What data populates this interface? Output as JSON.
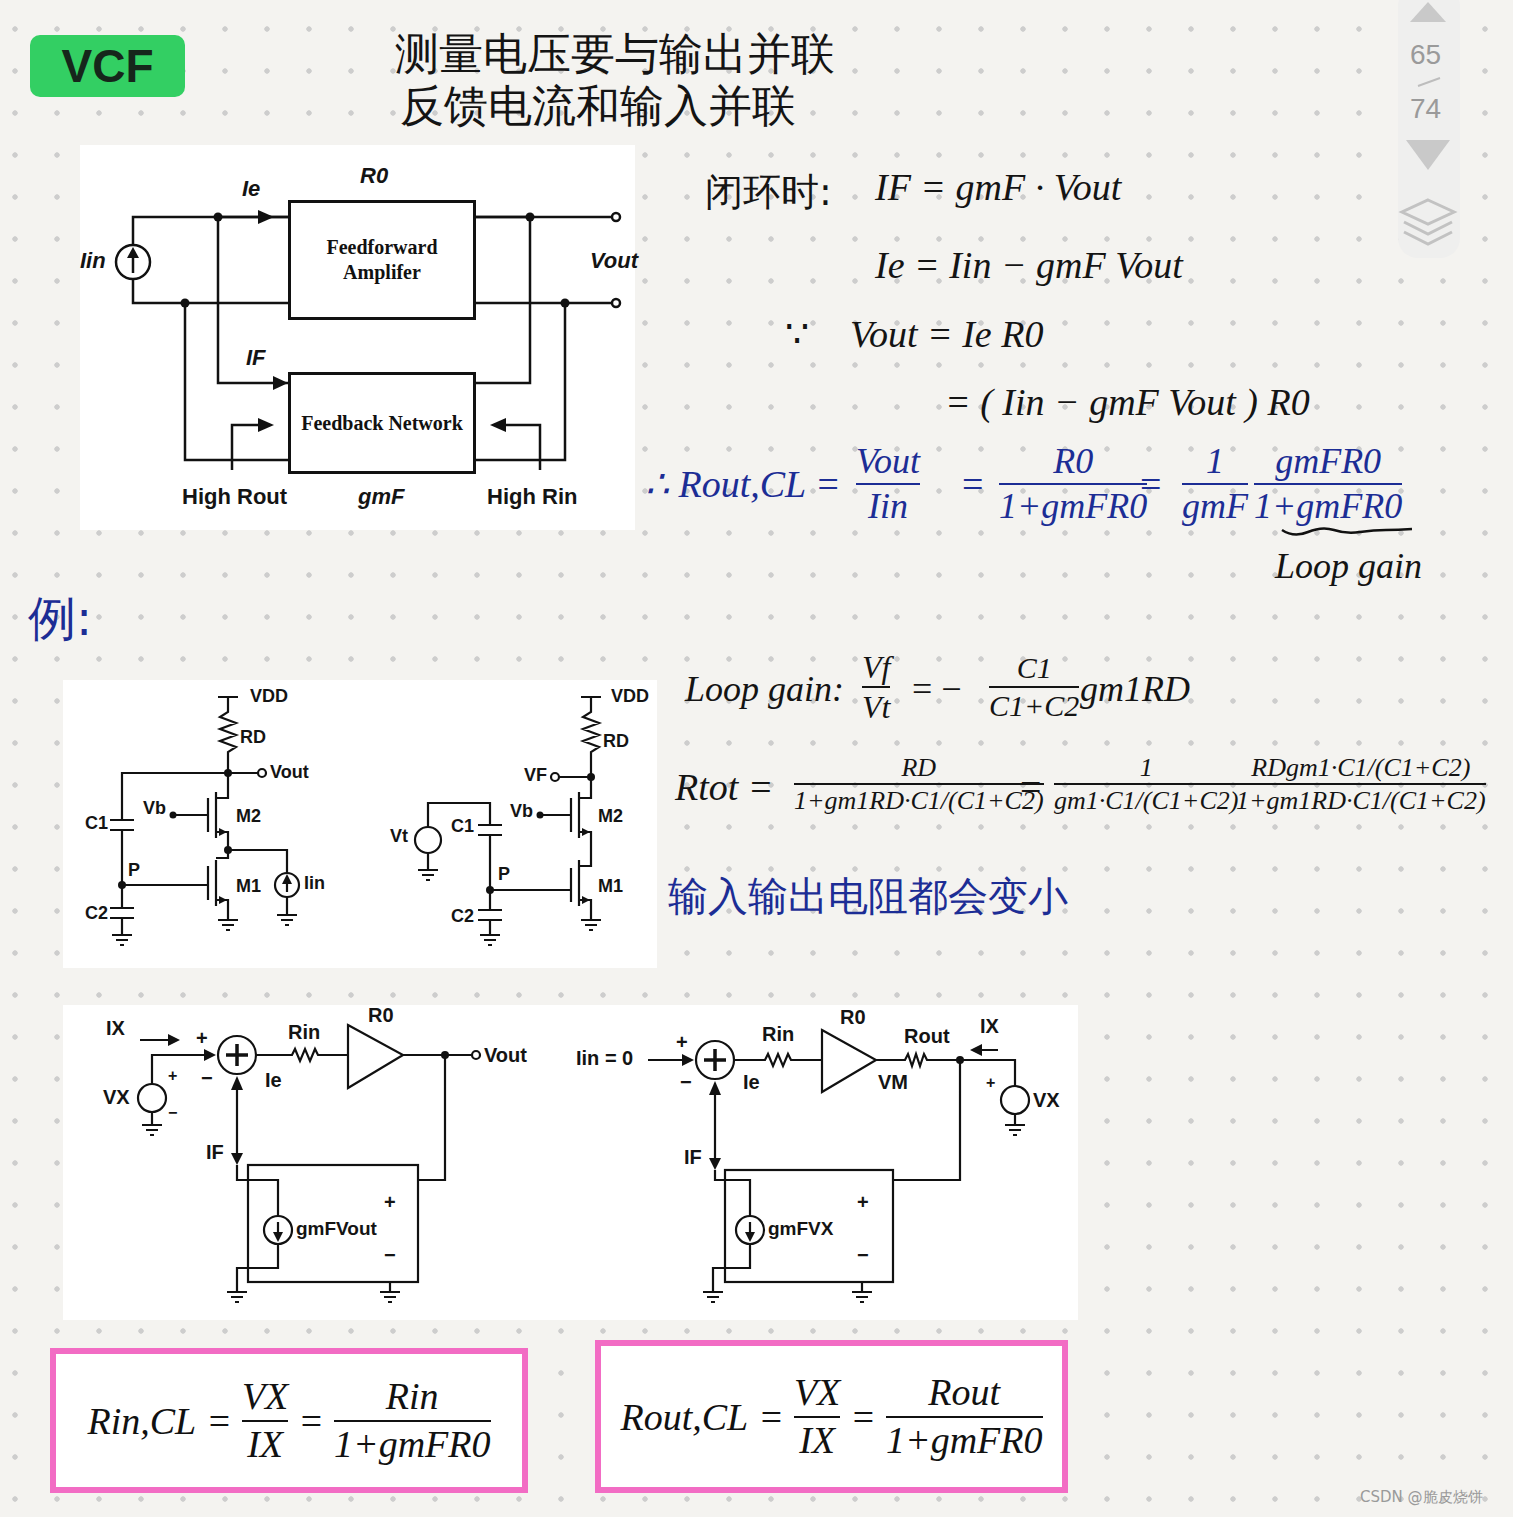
{
  "diagram": {
    "nodes": [
      {
        "text": [
          "VCF"
        ]
      },
      {
        "text": [
          "Feedforward Amplifer"
        ]
      },
      {
        "text": [
          "Feedback Network"
        ]
      },
      {
        "text": [
          "Rin,CL",
          "=",
          "VX",
          "IX",
          "=",
          "Rin",
          "1+gmFR0"
        ]
      },
      {
        "text": [
          "Rout,CL",
          "=",
          "VX",
          "IX",
          "=",
          "Rout",
          "1+gmFR0"
        ]
      }
    ],
    "edges": [
      {
        "from": 1,
        "to": 2,
        "arrow": "none"
      },
      {
        "from": 1,
        "to": 2,
        "arrow": "to",
        "label": "IF"
      }
    ],
    "labels": [
      "测量电压要与输出并联",
      "反馈电流和输入并联",
      "Ie",
      "R0",
      "Iin",
      "Vout",
      "High Rout",
      "gmF",
      "High Rin",
      "闭环时:",
      "IF = gmF · Vout",
      "Ie = Iin − gmF Vout",
      "∵",
      "Vout = Ie R0",
      "= ( Iin − gmF Vout ) R0",
      "∴ Rout,CL =",
      "Vout",
      "Iin",
      "=",
      "R0",
      "1+gmFR0",
      "=",
      "1",
      "gmF",
      "gmFR0",
      "1+gmFR0",
      "Loop gain",
      "例:",
      "VDD",
      "RD",
      "Vout",
      "C1",
      "Vb",
      "M2",
      "P",
      "M1",
      "Iin",
      "C2",
      "VDD",
      "RD",
      "VF",
      "Vt",
      "C1",
      "Vb",
      "M2",
      "P",
      "M1",
      "C2",
      "Loop gain:",
      "Vf",
      "Vt",
      "= −",
      "C1",
      "C1+C2",
      "gm1RD",
      "Rtot =",
      "RD",
      "1+gm1RD·C1/(C1+C2)",
      "=",
      "1",
      "gm1·C1/(C1+C2)",
      "RDgm1·C1/(C1+C2)",
      "1+gm1RD·C1/(C1+C2)",
      "输入输出电阻都会变小",
      "IX",
      "+",
      "−",
      "VX",
      "+",
      "−",
      "Rin",
      "R0",
      "Vout",
      "Ie",
      "IF",
      "gmFVout",
      "+",
      "−",
      "Iin = 0",
      "+",
      "−",
      "Rin",
      "R0",
      "Rout",
      "IX",
      "Ie",
      "VM",
      "VX",
      "+",
      "IF",
      "gmFVX",
      "+",
      "−",
      "65",
      "74",
      "CSDN @脆皮烧饼"
    ]
  }
}
